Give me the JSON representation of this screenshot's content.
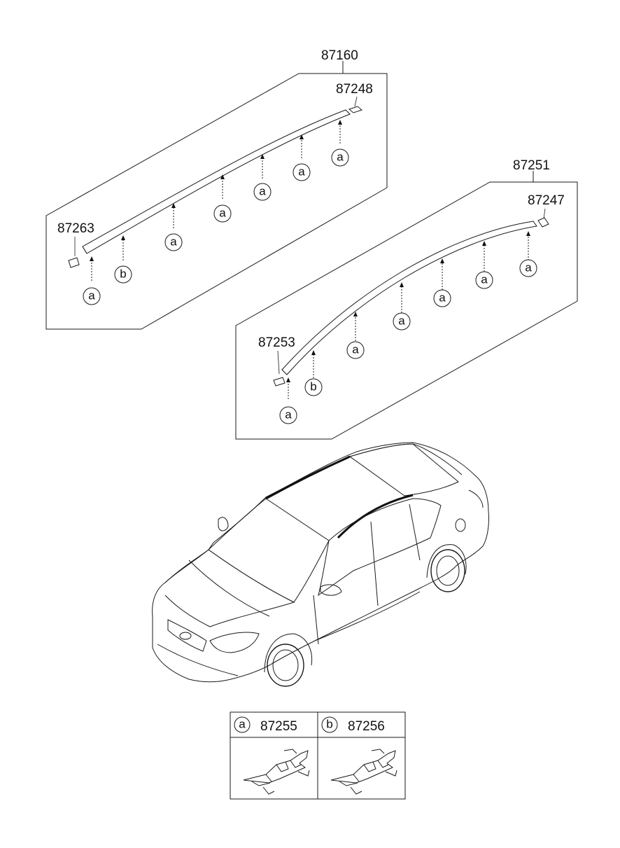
{
  "parts": {
    "front_molding_assy": "87160",
    "front_end_piece_rear": "87248",
    "front_end_piece_front": "87263",
    "rear_molding_assy": "87251",
    "rear_end_piece_rear": "87247",
    "rear_end_piece_front": "87253"
  },
  "callouts": {
    "a": "a",
    "b": "b"
  },
  "legend": {
    "items": [
      {
        "key": "a",
        "part": "87255"
      },
      {
        "key": "b",
        "part": "87256"
      }
    ]
  }
}
